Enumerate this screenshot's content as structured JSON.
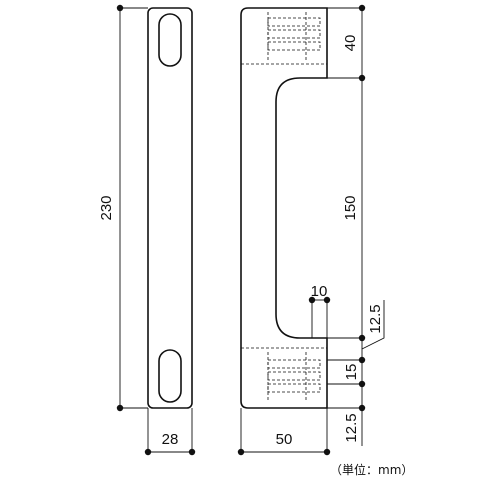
{
  "dimensions": {
    "overall_height": "230",
    "top_length": "40",
    "grip_length": "150",
    "gap": "10",
    "inner_step": "12.5",
    "hole_spacing": "15",
    "bottom_length": "12.5",
    "side_width": "28",
    "front_depth": "50"
  },
  "unit_note": "（単位：mm）"
}
